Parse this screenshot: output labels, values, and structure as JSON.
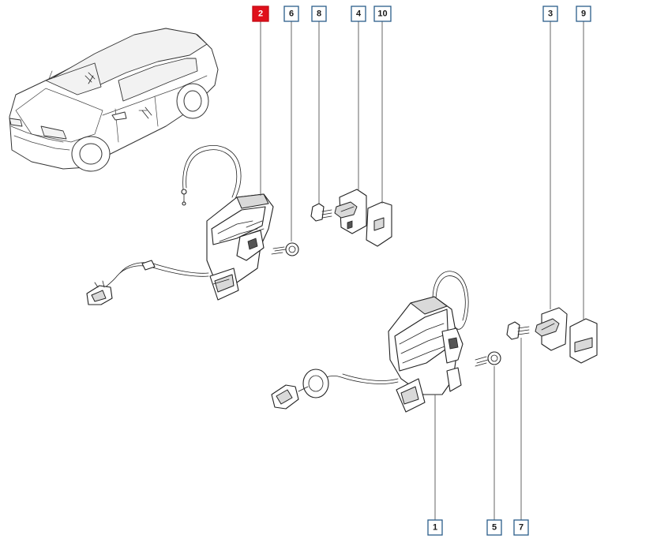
{
  "diagram": {
    "selected_callout": "2",
    "accent_color": "#e0101b",
    "box_border_color": "#2b5d8a",
    "callouts": [
      {
        "id": "2",
        "label": "2",
        "part": "front-door-lock-mechanism",
        "selected": true
      },
      {
        "id": "6",
        "label": "6",
        "part": "front-lock-bolt-cap"
      },
      {
        "id": "8",
        "label": "8",
        "part": "front-striker-screw"
      },
      {
        "id": "4",
        "label": "4",
        "part": "front-door-striker"
      },
      {
        "id": "10",
        "label": "10",
        "part": "front-striker-cover"
      },
      {
        "id": "3",
        "label": "3",
        "part": "rear-door-striker"
      },
      {
        "id": "9",
        "label": "9",
        "part": "rear-striker-cover"
      },
      {
        "id": "1",
        "label": "1",
        "part": "rear-door-lock-mechanism"
      },
      {
        "id": "5",
        "label": "5",
        "part": "rear-lock-bolt-cap"
      },
      {
        "id": "7",
        "label": "7",
        "part": "rear-striker-screw"
      }
    ]
  }
}
